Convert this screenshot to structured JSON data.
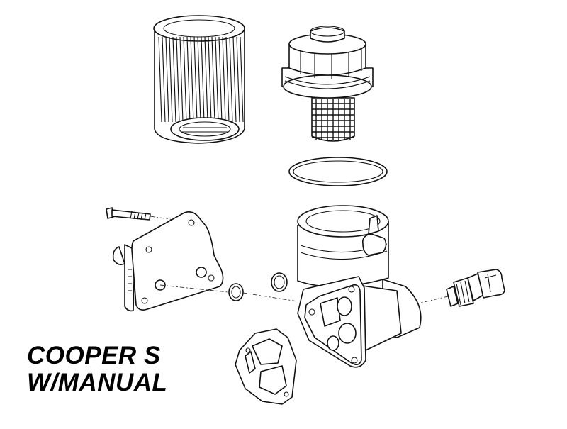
{
  "caption": {
    "line1": "COOPER S",
    "line2": "W/MANUAL"
  },
  "parts": [
    "oil-filter-element",
    "oil-filter-cap",
    "cap-o-ring",
    "bolt",
    "oil-cooler",
    "cooler-seal-ring-small",
    "cooler-seal-ring",
    "oil-filter-housing",
    "housing-gasket",
    "oil-pressure-sensor"
  ]
}
